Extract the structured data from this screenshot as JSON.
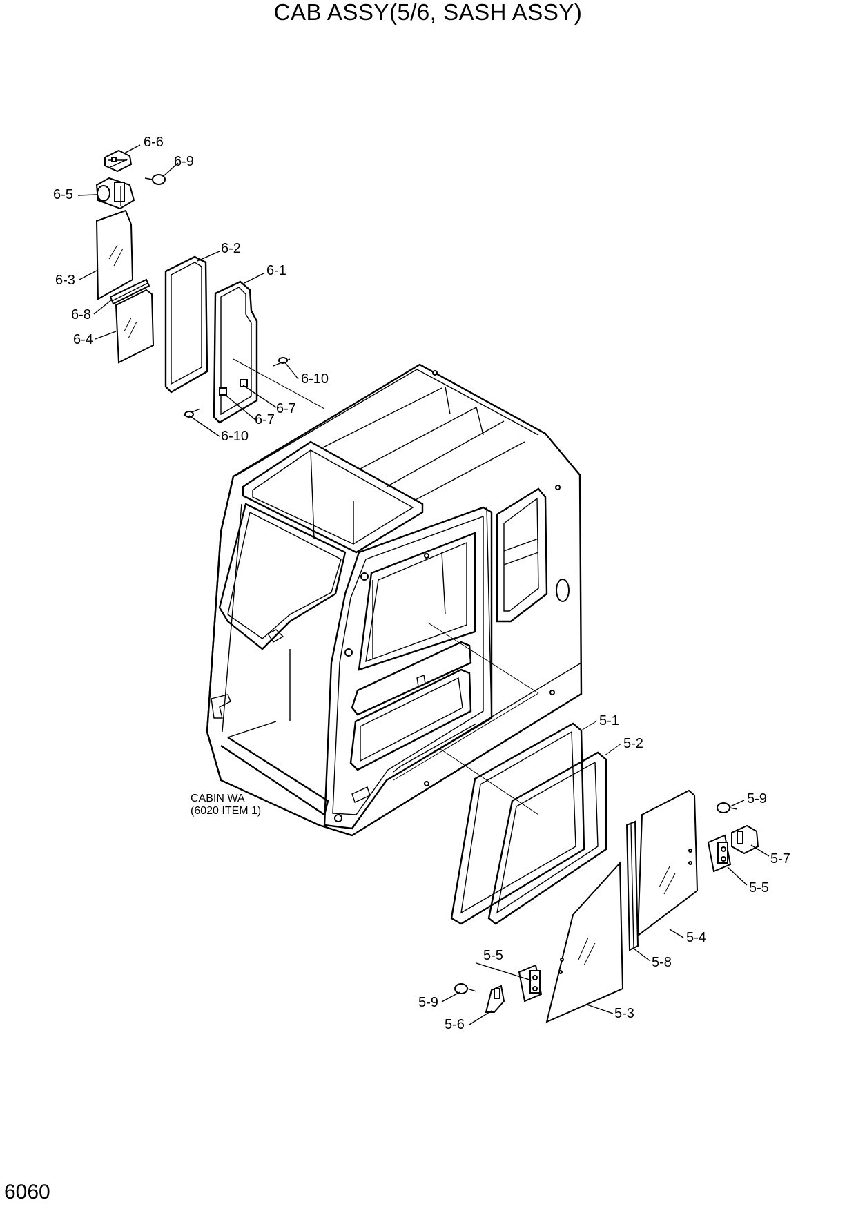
{
  "title": "CAB ASSY(5/6, SASH ASSY)",
  "page_number": "6060",
  "note": {
    "line1": "CABIN WA",
    "line2": "(6020 ITEM 1)"
  },
  "labels": {
    "l_6_6": "6-6",
    "l_6_9": "6-9",
    "l_6_5": "6-5",
    "l_6_2": "6-2",
    "l_6_1": "6-1",
    "l_6_3": "6-3",
    "l_6_8": "6-8",
    "l_6_4": "6-4",
    "l_6_10a": "6-10",
    "l_6_7a": "6-7",
    "l_6_7b": "6-7",
    "l_6_10b": "6-10",
    "l_5_1": "5-1",
    "l_5_2": "5-2",
    "l_5_9a": "5-9",
    "l_5_7": "5-7",
    "l_5_5a": "5-5",
    "l_5_4": "5-4",
    "l_5_5b": "5-5",
    "l_5_8": "5-8",
    "l_5_9b": "5-9",
    "l_5_6": "5-6",
    "l_5_3": "5-3"
  }
}
